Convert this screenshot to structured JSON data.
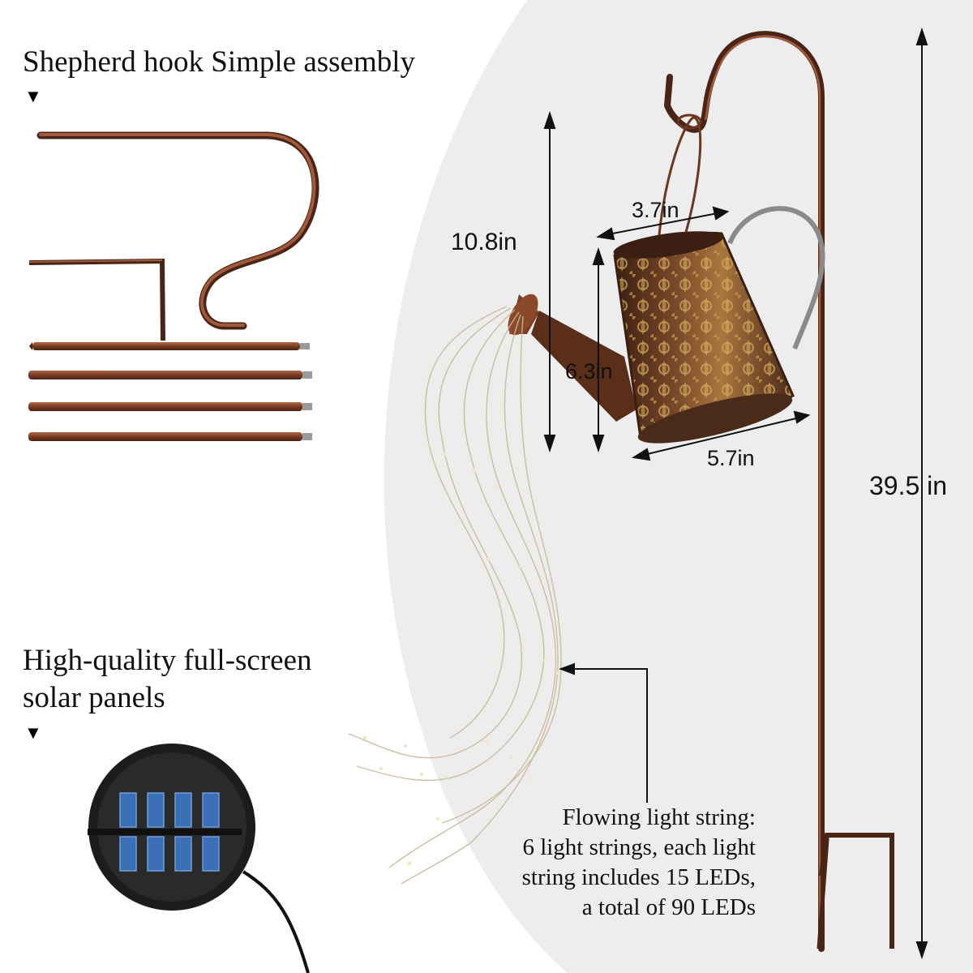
{
  "headings": {
    "assembly": "Shepherd hook Simple assembly",
    "solar_line1": "High-quality full-screen",
    "solar_line2": "solar panels",
    "arrow_glyph": "▼"
  },
  "dimensions": {
    "height": "10.8in",
    "top_width": "3.7in",
    "inner_height": "6.3in",
    "bottom_width": "5.7in",
    "total_height": "39.5 in"
  },
  "description": {
    "line1": "Flowing light string:",
    "line2": "6 light strings, each light",
    "line3": "string includes 15 LEDs,",
    "line4": "a total of 90 LEDs"
  },
  "colors": {
    "copper": "#7a3c22",
    "copper_dark": "#4a2416",
    "copper_light": "#b06a48",
    "background_curve": "#ededed",
    "panel_blue": "#3b6fb8"
  },
  "icons": {
    "watering_can": "watering-can-illustration",
    "solar_panel": "round-solar-panel-illustration",
    "shepherd_hook": "shepherd-hook-stake-illustration"
  }
}
